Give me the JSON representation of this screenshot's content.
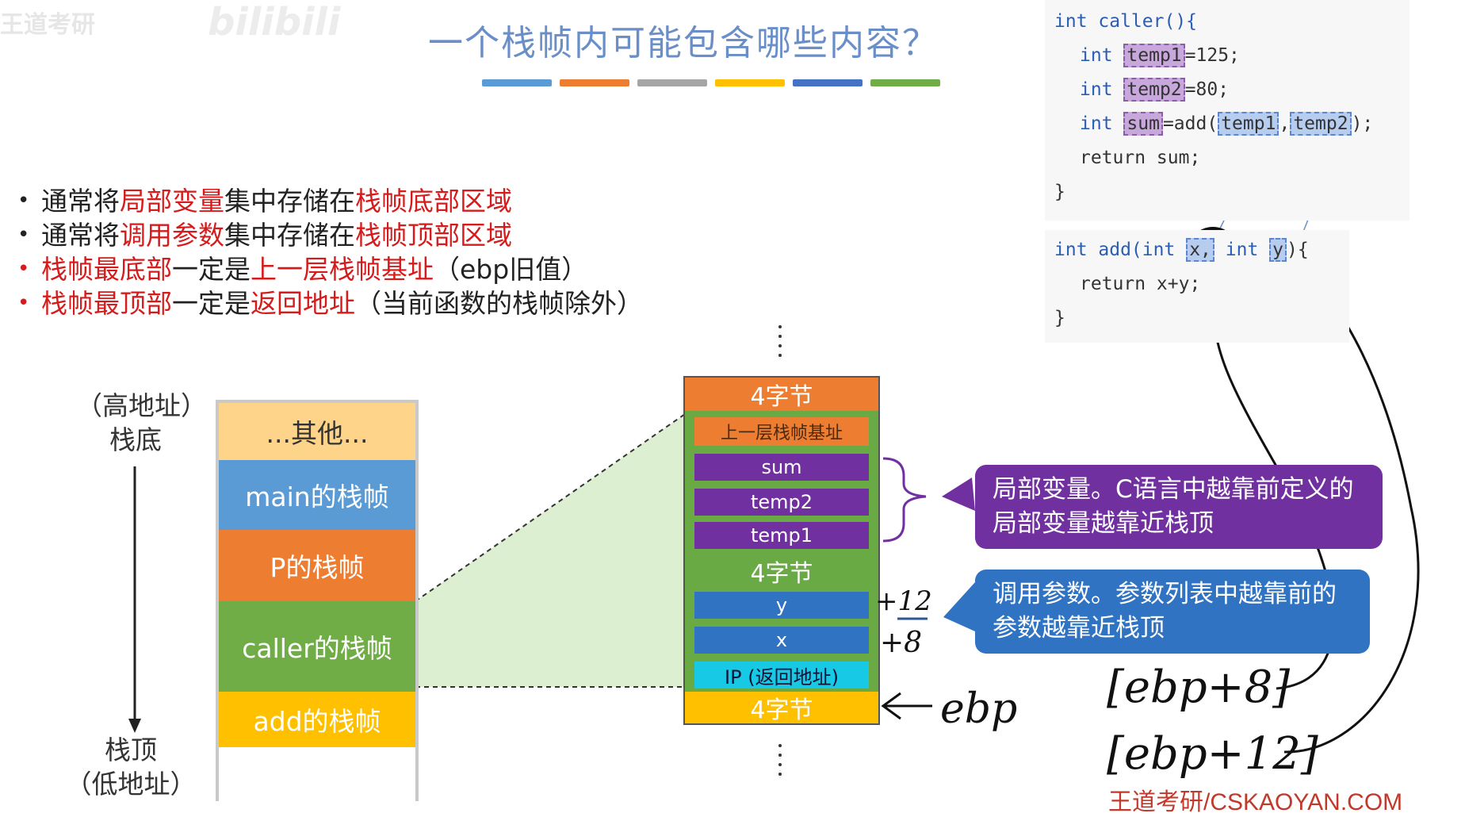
{
  "watermark": {
    "left": "王道考研",
    "brand": "bilibili"
  },
  "title": "一个栈帧内可能包含哪些内容？",
  "stripe_colors": [
    "#5b9bd5",
    "#ed7d31",
    "#a5a5a5",
    "#ffc000",
    "#4472c4",
    "#70ad47"
  ],
  "bullets": [
    {
      "parts": [
        "通常将",
        "局部变量",
        "集中存储在",
        "栈帧底部区域"
      ],
      "dot_color": "#222"
    },
    {
      "parts": [
        "通常将",
        "调用参数",
        "集中存储在",
        "栈帧顶部区域"
      ],
      "dot_color": "#222"
    },
    {
      "parts": [
        "栈帧最底部",
        "一定是",
        "上一层栈帧基址",
        "（ebp旧值）"
      ],
      "dot_color": "#d51b1b"
    },
    {
      "parts": [
        "栈帧最顶部",
        "一定是",
        "返回地址",
        "（当前函数的栈帧除外）"
      ],
      "dot_color": "#d51b1b"
    }
  ],
  "stack_labels": {
    "high_addr": "（高地址）",
    "bottom": "栈底",
    "top": "栈顶",
    "low_addr": "（低地址）"
  },
  "stack_blocks": [
    {
      "label": "...其他...",
      "color": "#fdd48a",
      "text_color": "#333"
    },
    {
      "label": "main的栈帧",
      "color": "#5b9bd5",
      "text_color": "#fff"
    },
    {
      "label": "P的栈帧",
      "color": "#ed7d31",
      "text_color": "#fff"
    },
    {
      "label": "caller的栈帧",
      "color": "#70ad47",
      "text_color": "#fff"
    },
    {
      "label": "add的栈帧",
      "color": "#ffc000",
      "text_color": "#fff"
    }
  ],
  "frame": {
    "top_bytes": "4字节",
    "base_addr": "上一层栈帧基址",
    "locals": [
      "sum",
      "temp2",
      "temp1"
    ],
    "mid_bytes": "4字节",
    "params": [
      "y",
      "x"
    ],
    "ret_addr": "IP (返回地址)",
    "bottom_bytes": "4字节"
  },
  "callouts": {
    "locals": "局部变量。C语言中越靠前定义的局部变量越靠近栈顶",
    "params": "调用参数。参数列表中越靠前的参数越靠近栈顶"
  },
  "handwriting": {
    "plus12": "+12",
    "plus8": "+8",
    "ebp": "ebp",
    "ebp8": "[ebp+8]",
    "ebp12": "[ebp+12]"
  },
  "code": {
    "caller_sig": "int caller(){",
    "line1_kw": "int",
    "line1_var": "temp1",
    "line1_rest": "=125;",
    "line2_kw": "int",
    "line2_var": "temp2",
    "line2_rest": "=80;",
    "line3_kw": "int",
    "line3_var": "sum",
    "line3_mid": "=add(",
    "line3_a1": "temp1",
    "line3_comma": ",",
    "line3_a2": "temp2",
    "line3_end": ");",
    "line4": "return sum;",
    "close": "}",
    "add_sig_a": "int add(int",
    "add_x": "x,",
    "add_sig_b": "int",
    "add_y": "y",
    "add_sig_c": "){",
    "add_line": "return x+y;",
    "add_close": "}"
  },
  "footer_brand": "王道考研/CSKAOYAN.COM"
}
